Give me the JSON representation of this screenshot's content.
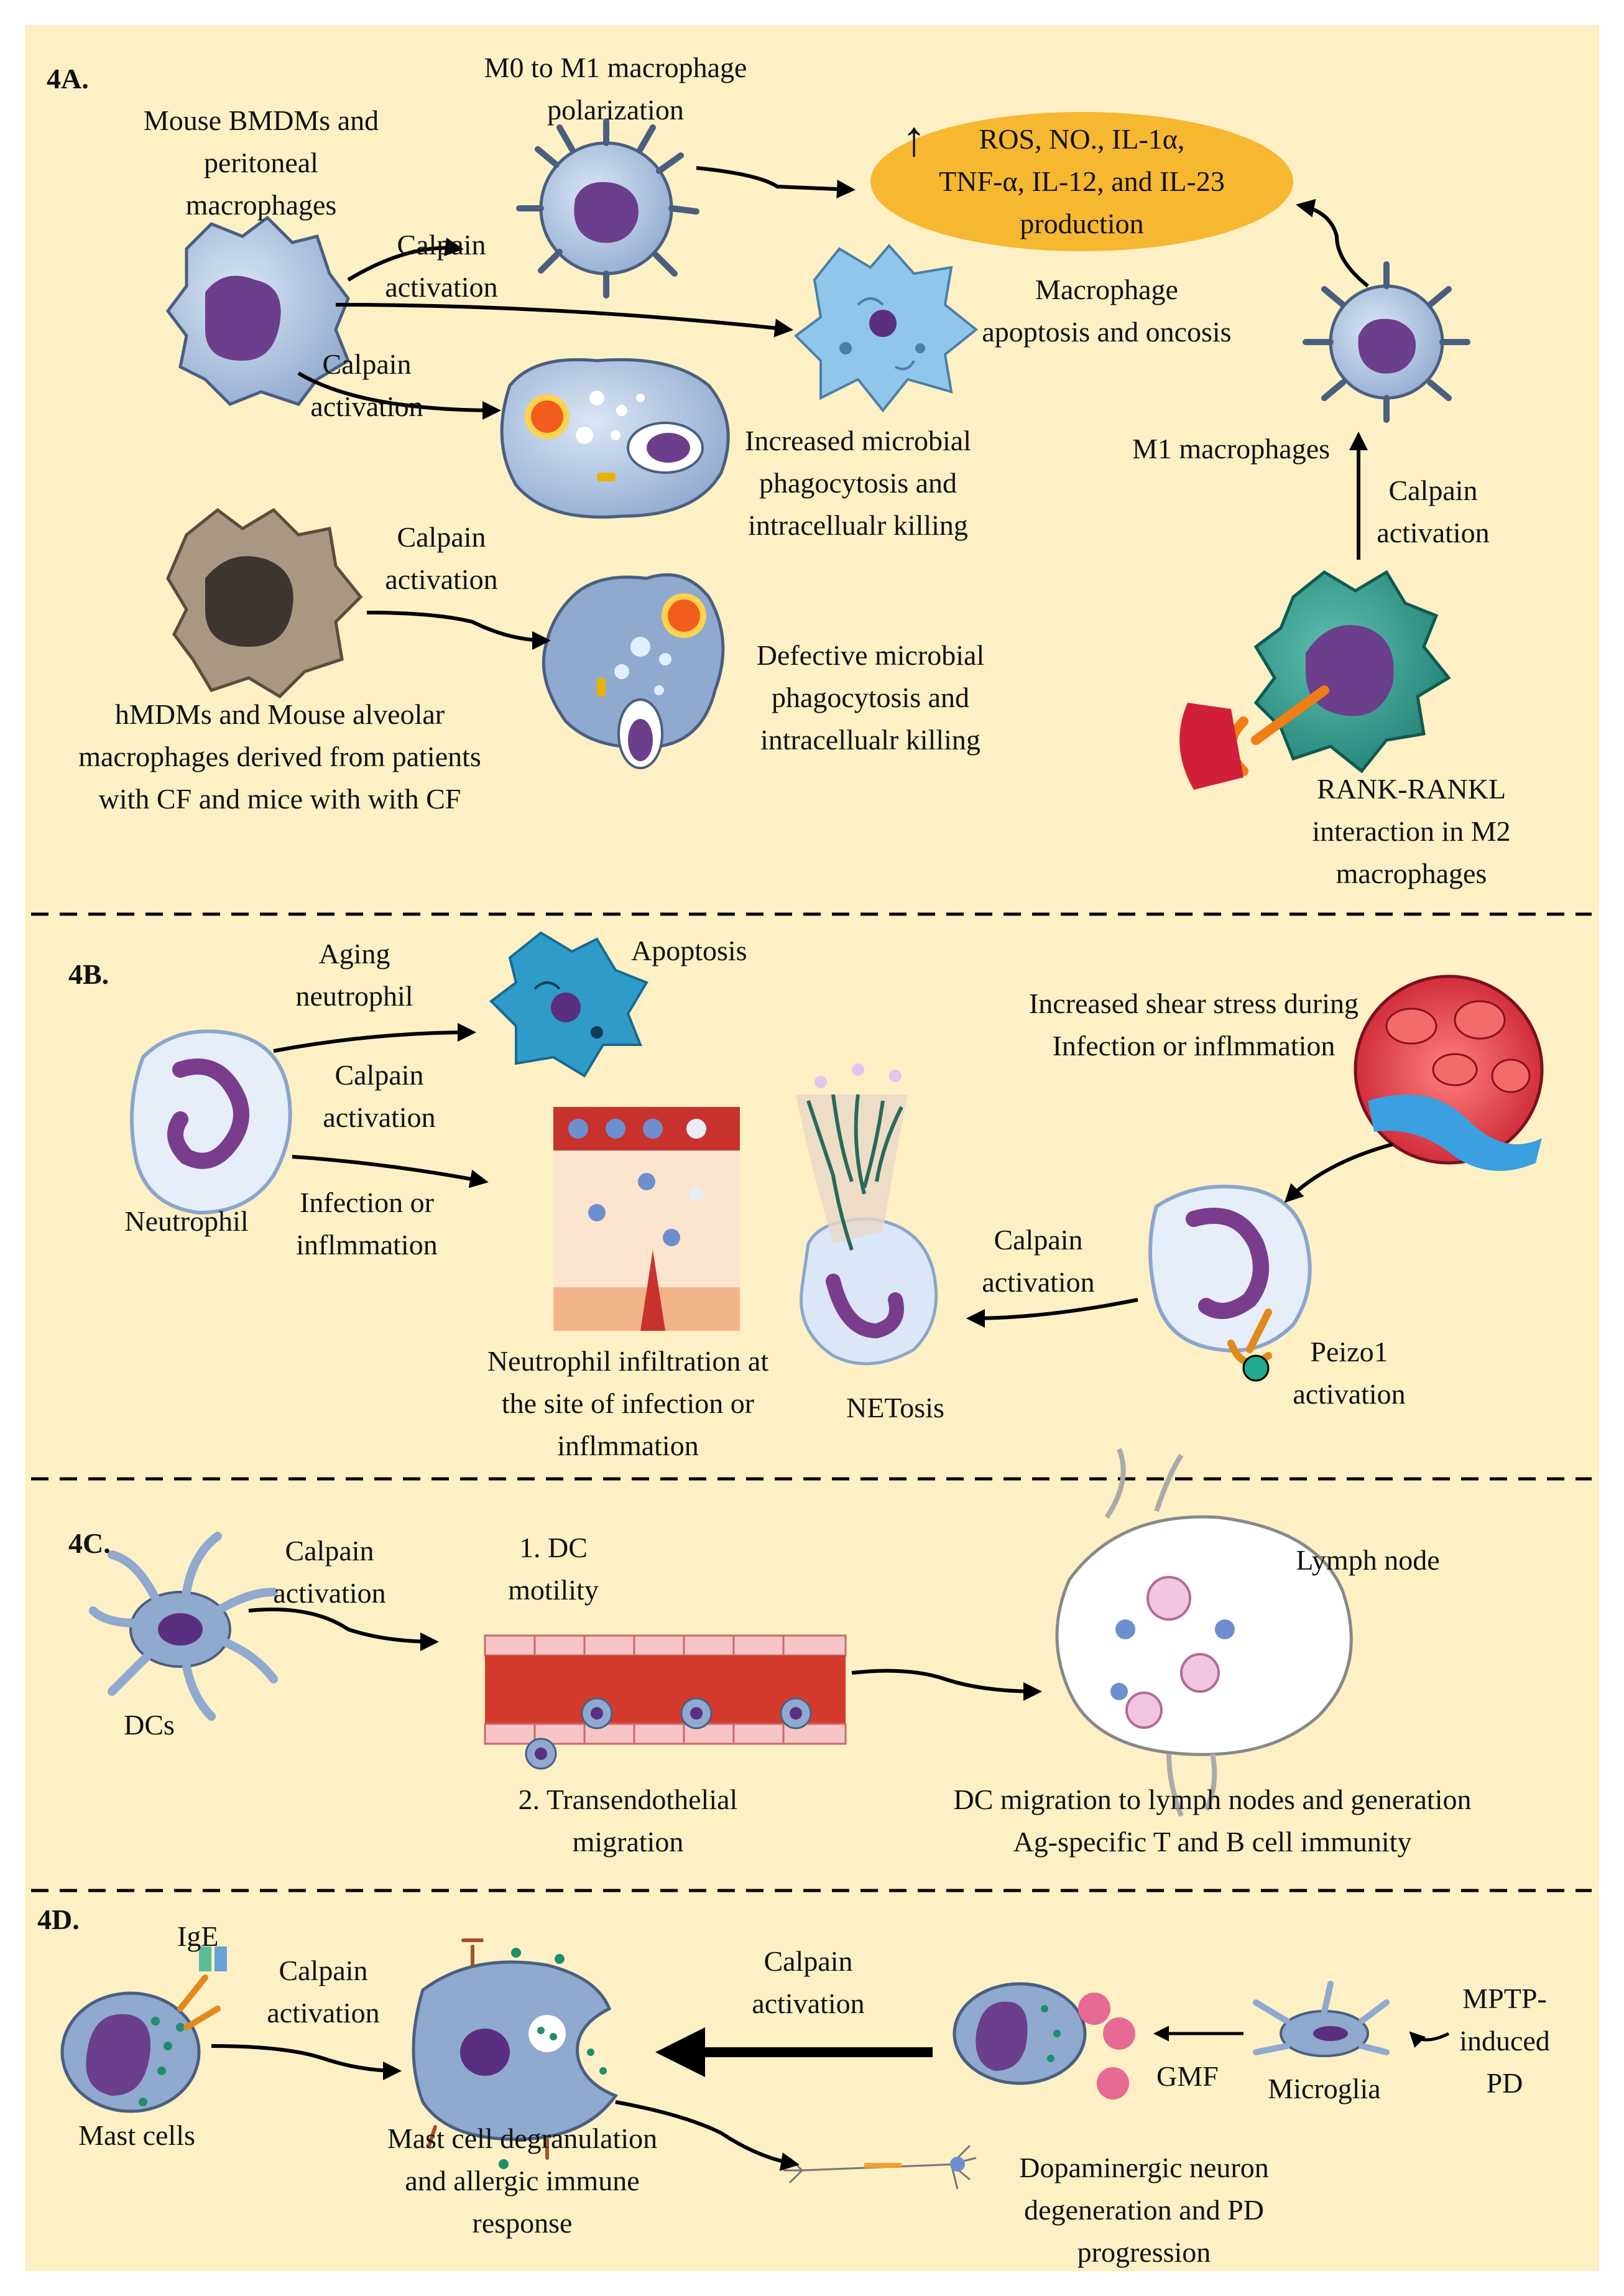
{
  "panels": {
    "a": {
      "tag": "4A.",
      "mouse_bmdms": [
        "Mouse BMDMs and",
        "peritoneal",
        "macrophages"
      ],
      "m0_m1": [
        "M0 to M1 macrophage",
        "polarization"
      ],
      "calpain_1": [
        "Calpain",
        "activation"
      ],
      "calpain_2": [
        "Calpain",
        "activation"
      ],
      "ros_arrow": "↑",
      "ros": [
        "ROS, NO., IL-1α,",
        "TNF-α, IL-12, and IL-23",
        "production"
      ],
      "apoptosis": [
        "Macrophage",
        "apoptosis and oncosis"
      ],
      "increased_phago": [
        "Increased microbial",
        "phagocytosis and",
        "intracellualr killing"
      ],
      "m1_label": "M1 macrophages",
      "calpain_3": [
        "Calpain",
        "activation"
      ],
      "calpain_4": [
        "Calpain",
        "activation"
      ],
      "defective_phago": [
        "Defective microbial",
        "phagocytosis and",
        "intracellualr killing"
      ],
      "hmdms": [
        "hMDMs and Mouse alveolar",
        "macrophages derived from patients",
        "with CF and mice with with CF"
      ],
      "rank": [
        "RANK-RANKL",
        "interaction in M2",
        "macrophages"
      ]
    },
    "b": {
      "tag": "4B.",
      "aging": [
        "Aging",
        "neutrophil"
      ],
      "apoptosis": "Apoptosis",
      "calpain_1": [
        "Calpain",
        "activation"
      ],
      "neutrophil": "Neutrophil",
      "infection": [
        "Infection or",
        "inflmmation"
      ],
      "infiltration": [
        "Neutrophil infiltration at",
        "the site of infection or",
        "inflmmation"
      ],
      "netosis": "NETosis",
      "calpain_2": [
        "Calpain",
        "activation"
      ],
      "shear": [
        "Increased shear stress during",
        "Infection or inflmmation"
      ],
      "peizo": [
        "Peizo1",
        "activation"
      ]
    },
    "c": {
      "tag": "4C.",
      "calpain": [
        "Calpain",
        "activation"
      ],
      "dcs": "DCs",
      "motility": [
        "1. DC",
        "motility"
      ],
      "transendo": [
        "2. Transendothelial",
        "migration"
      ],
      "lymph_node": "Lymph node",
      "migration": [
        "DC migration to lymph nodes and  generation",
        "Ag-specific T and B cell immunity"
      ]
    },
    "d": {
      "tag": "4D.",
      "ige": "IgE",
      "mast_cells": "Mast cells",
      "calpain_1": [
        "Calpain",
        "activation"
      ],
      "degranulation": [
        "Mast cell degranulation",
        "and allergic immune",
        "response"
      ],
      "calpain_2": [
        "Calpain",
        "activation"
      ],
      "gmf": "GMF",
      "microglia": "Microglia",
      "mptp": [
        "MPTP-",
        "induced",
        "PD"
      ],
      "dopaminergic": [
        "Dopaminergic neuron",
        "degeneration and  PD",
        "progression"
      ]
    }
  }
}
